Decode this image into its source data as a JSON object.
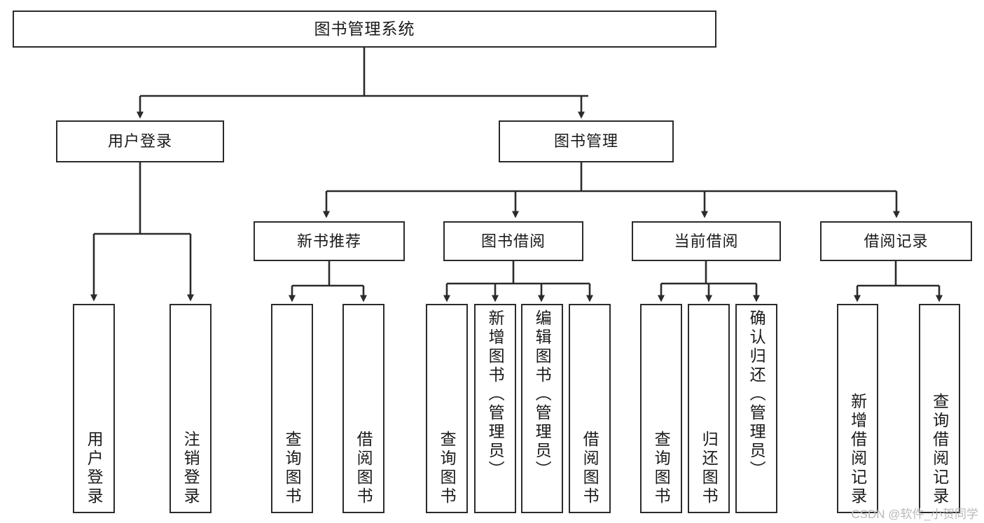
{
  "diagram": {
    "type": "tree-hierarchy",
    "title": "图书管理系统",
    "watermark": "CSDN @软件_小贺同学",
    "colors": {
      "box_border": "#2b2b2b",
      "box_fill": "#ffffff",
      "connector": "#2b2b2b",
      "text": "#1a1a1a",
      "watermark": "#b9b9b9"
    },
    "root": {
      "label": "图书管理系统"
    },
    "level2": [
      {
        "label": "用户登录"
      },
      {
        "label": "图书管理"
      }
    ],
    "level3": [
      {
        "label": "新书推荐"
      },
      {
        "label": "图书借阅"
      },
      {
        "label": "当前借阅"
      },
      {
        "label": "借阅记录"
      }
    ],
    "leaves": {
      "user_login": [
        {
          "label": "用户登录"
        },
        {
          "label": "注销登录"
        }
      ],
      "new_book_recommend": [
        {
          "label": "查询图书"
        },
        {
          "label": "借阅图书"
        }
      ],
      "book_borrow": [
        {
          "label": "查询图书"
        },
        {
          "label": "新增图书（管理员）"
        },
        {
          "label": "编辑图书（管理员）"
        },
        {
          "label": "借阅图书"
        }
      ],
      "current_borrow": [
        {
          "label": "查询图书"
        },
        {
          "label": "归还图书"
        },
        {
          "label": "确认归还（管理员）"
        }
      ],
      "borrow_records": [
        {
          "label": "新增借阅记录"
        },
        {
          "label": "查询借阅记录"
        }
      ]
    }
  }
}
